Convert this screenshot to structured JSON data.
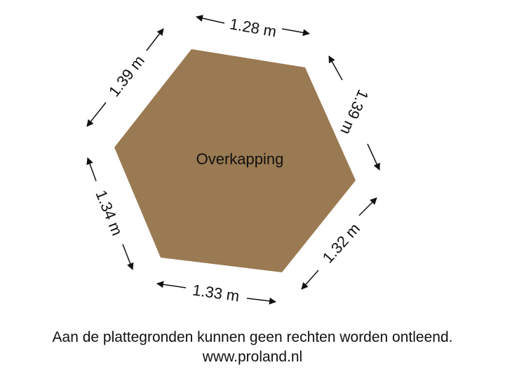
{
  "floorplan": {
    "room": {
      "label": "Overkapping",
      "fill_color": "#9a7a52"
    },
    "dimensions": [
      "1.28 m",
      "1.39 m",
      "1.32 m",
      "1.33 m",
      "1.34 m",
      "1.39 m"
    ]
  },
  "footer": {
    "disclaimer": "Aan de plattegronden kunnen geen rechten worden ontleend.",
    "website": "www.proland.nl"
  },
  "colors": {
    "line": "#111111",
    "text": "#111111",
    "background": "#ffffff"
  }
}
